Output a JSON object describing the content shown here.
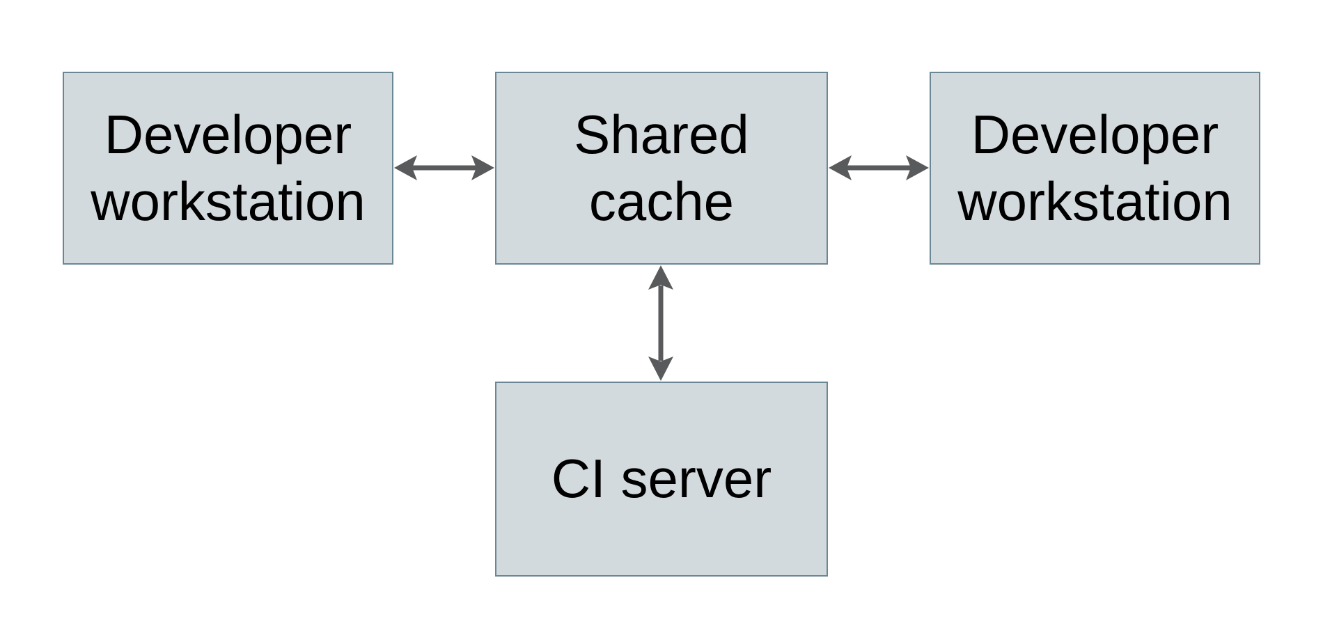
{
  "diagram": {
    "nodes": {
      "dev_left": {
        "label": "Developer\nworkstation"
      },
      "shared_cache": {
        "label": "Shared\ncache"
      },
      "dev_right": {
        "label": "Developer\nworkstation"
      },
      "ci_server": {
        "label": "CI server"
      }
    },
    "connections": [
      {
        "from": "dev_left",
        "to": "shared_cache",
        "direction": "bidirectional",
        "orientation": "horizontal"
      },
      {
        "from": "shared_cache",
        "to": "dev_right",
        "direction": "bidirectional",
        "orientation": "horizontal"
      },
      {
        "from": "shared_cache",
        "to": "ci_server",
        "direction": "bidirectional",
        "orientation": "vertical"
      }
    ]
  },
  "colors": {
    "background": "#ffffff",
    "node_fill": "#d3dadd",
    "node_border": "#6a8795",
    "arrow": "#595a5c",
    "text": "#000000"
  }
}
